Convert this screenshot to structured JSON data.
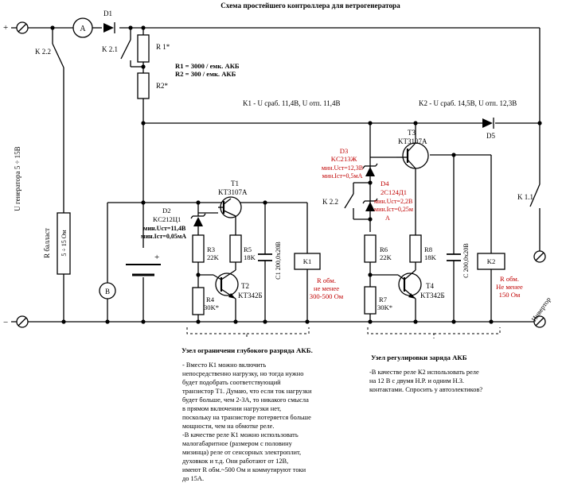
{
  "title": "Схема простейшего контроллера для ветрогенератора",
  "terminals": {
    "plus": "+",
    "minus": "−"
  },
  "ammeter": "A",
  "voltmeter": "B",
  "d1": "D1",
  "k22_left": "K 2.2",
  "k21": "K 2.1",
  "r1": "R 1*",
  "r2": "R2*",
  "formula_r1": "R1 = 3000 / емк. АКБ",
  "formula_r2": "R2 = 300 / емк. АКБ",
  "k1_spec": "K1 - U сраб. 11,4В,  U отп. 11,4В",
  "k2_spec": "K2 - U сраб. 14,5В,  U отп. 12,3В",
  "d5": "D5",
  "k11": "K 1.1",
  "gen_label": "U генератора 5 ÷ 15В",
  "r_ballast": "R балласт",
  "r_ballast_val": "5 ÷ 15 Ом",
  "battery_plus": "+",
  "t1_name": "T1",
  "t1_type": "KT3107A",
  "t2_name": "T2",
  "t2_type": "KT342Б",
  "d2": {
    "name": "D2",
    "type": "KC212Ц1",
    "line1": "мин.Uст=11,4В",
    "line2": "мин.Iст=0,05мА"
  },
  "r3": {
    "name": "R3",
    "val": "22K"
  },
  "r4": {
    "name": "R4",
    "val": "30K*"
  },
  "r5": {
    "name": "R5",
    "val": "18K"
  },
  "c1": "C1 200,0x20В",
  "k1": "K1",
  "k1_note": [
    "R обм.",
    "не менее",
    "300-500 Ом"
  ],
  "t3_name": "T3",
  "t3_type": "KT3107A",
  "t4_name": "T4",
  "t4_type": "KT342Б",
  "d3": {
    "name": "D3",
    "type": "KC213Ж",
    "line1": "мин.Uст=12,3В",
    "line2": "мин.Iст=0,5мА"
  },
  "d4": {
    "name": "D4",
    "type": "2C124Д1",
    "line1": "мин.Uст=2,2В",
    "line2": "мин.Iст=0,25м",
    "line3": "A"
  },
  "k22_mid": "K 2.2",
  "r6": {
    "name": "R6",
    "val": "22K"
  },
  "r7": {
    "name": "R7",
    "val": "30K*"
  },
  "r8": {
    "name": "R8",
    "val": "18K"
  },
  "c2": "C 200,0x20В",
  "k2": "K2",
  "k2_note": [
    "R обм.",
    "Не менее",
    "150 Ом"
  ],
  "inverter": "Инвертор",
  "node_left_title": "Узел ограничени глубокого разряда АКБ.",
  "node_right_title": "Узел регулировки  заряда АКБ",
  "note_left": "- Вместо К1 можно   включить\nнепосредственно нагрузку,  но тогда нужно\nбудет подобрать соответствующий\nтранзистор Т1. Думаю, что если ток нагрузки\nбудет больше, чем 2-3А, то никакого смысла\nв прямом включении нагрузки нет,\nпоскольку на транзисторе потеряется больше\nмощности, чем на обмотке реле.\n-В качестве реле К1 можно использовать\nмалогабаритное (размером с половину\nмизинца) реле от сенсорных электроплит,\nдуховкок и т.д. Они работают от 12В,\nимеют R обм.~500 Ом и коммутируют токи\nдо 15А.",
  "note_right": "-В качестве реле К2  использовать реле\nна 12 В с двумя Н.Р. и одним Н.З.\nконтактами. Спросить у автоэлектиков?"
}
